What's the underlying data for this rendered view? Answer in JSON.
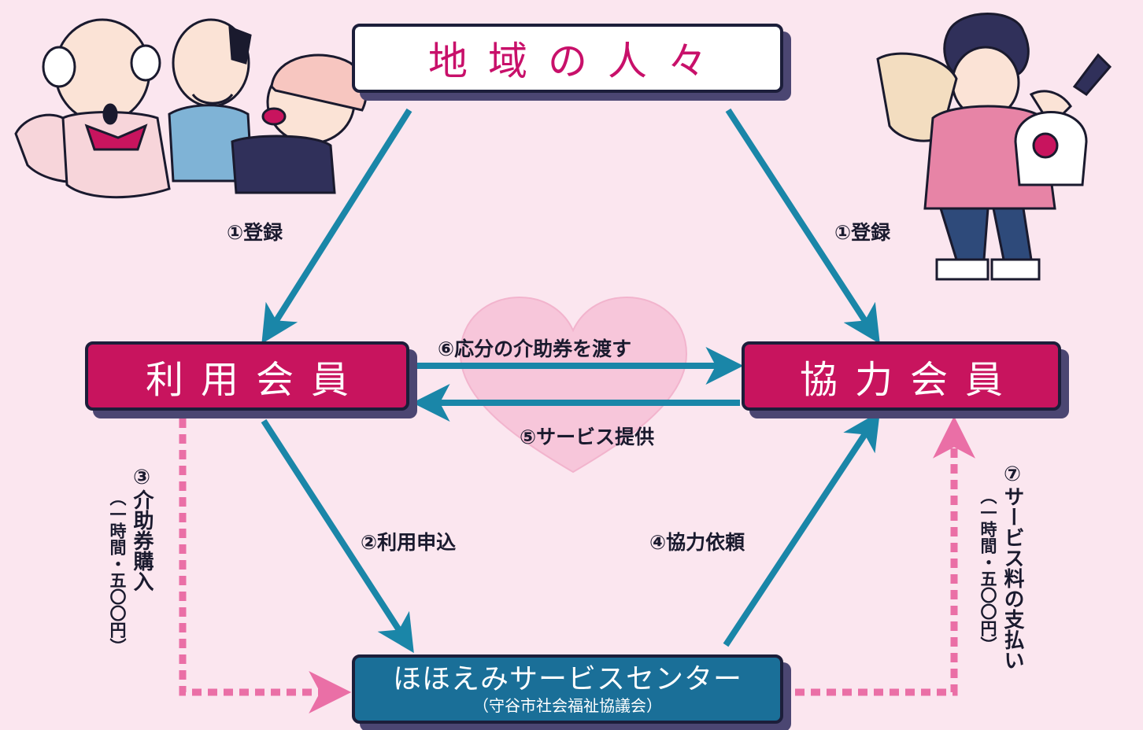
{
  "nodes": {
    "community": "地域の人々",
    "user_member": "利用会員",
    "helper_member": "協力会員",
    "center_name": "ほほえみサービスセンター",
    "center_sub": "（守谷市社会福祉協議会）"
  },
  "steps": {
    "register_left": "①登録",
    "register_right": "①登録",
    "apply": "②利用申込",
    "ticket_main": "③介助券購入",
    "ticket_note": "（一時間・五〇〇円）",
    "request": "④協力依頼",
    "service": "⑤サービス提供",
    "hand_ticket": "⑥応分の介助券を渡す",
    "fee_main": "⑦サービス料の支払い",
    "fee_note": "（一時間・五〇〇円）"
  },
  "colors": {
    "background": "#fbe6ef",
    "arrow_blue": "#1a86a8",
    "arrow_pink": "#ea6fa6",
    "heart": "#f7c6da",
    "user_box": "#c8145e",
    "center_box": "#1a6f98",
    "community_text": "#c8106a"
  },
  "icons": [
    "elderly-group-illustration",
    "shopping-woman-illustration",
    "heart-icon"
  ]
}
